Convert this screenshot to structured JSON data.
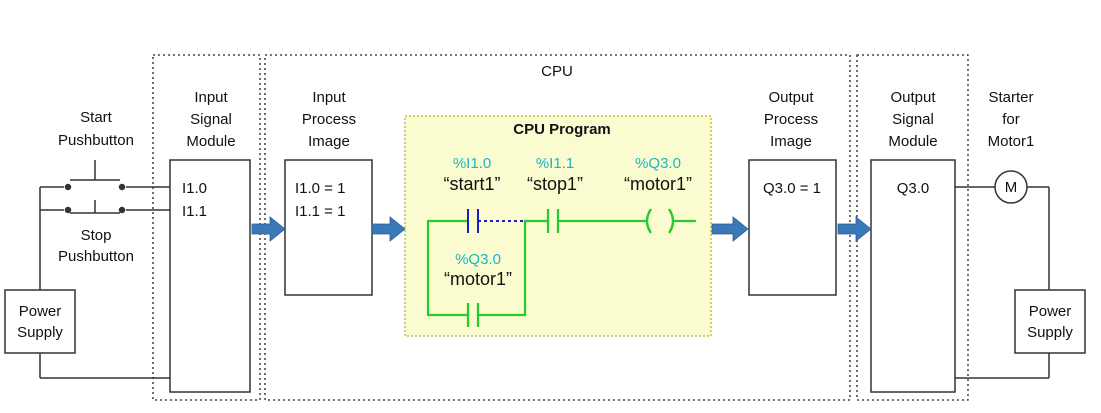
{
  "labels": {
    "cpu": "CPU",
    "start_pb": [
      "Start",
      "Pushbutton"
    ],
    "stop_pb": [
      "Stop",
      "Pushbutton"
    ],
    "power_supply_left": [
      "Power",
      "Supply"
    ],
    "input_signal_module": [
      "Input",
      "Signal",
      "Module"
    ],
    "input_module_addrs": [
      "I1.0",
      "I1.1"
    ],
    "input_process_image": [
      "Input",
      "Process",
      "Image"
    ],
    "input_image_values": [
      "I1.0 = 1",
      "I1.1 = 1"
    ],
    "cpu_program": "CPU Program",
    "output_process_image": [
      "Output",
      "Process",
      "Image"
    ],
    "output_image_value": "Q3.0 = 1",
    "output_signal_module": [
      "Output",
      "Signal",
      "Module"
    ],
    "output_module_addr": "Q3.0",
    "starter": [
      "Starter",
      "for",
      "Motor1"
    ],
    "motor_symbol": "M",
    "power_supply_right": [
      "Power",
      "Supply"
    ]
  },
  "ladder": {
    "start_addr": "%I1.0",
    "start_tag": "“start1”",
    "stop_addr": "%I1.1",
    "stop_tag": "“stop1”",
    "coil_addr": "%Q3.0",
    "coil_tag": "“motor1”",
    "seal_addr": "%Q3.0",
    "seal_tag": "“motor1”"
  },
  "colors": {
    "wire": "#333333",
    "arrow": "#3a78b7",
    "ladder_green": "#22cc2a",
    "address_cyan": "#19b7c2",
    "contact_blue": "#1c1cc8",
    "program_fill": "#fbfbd0",
    "program_border": "#b0b030"
  }
}
